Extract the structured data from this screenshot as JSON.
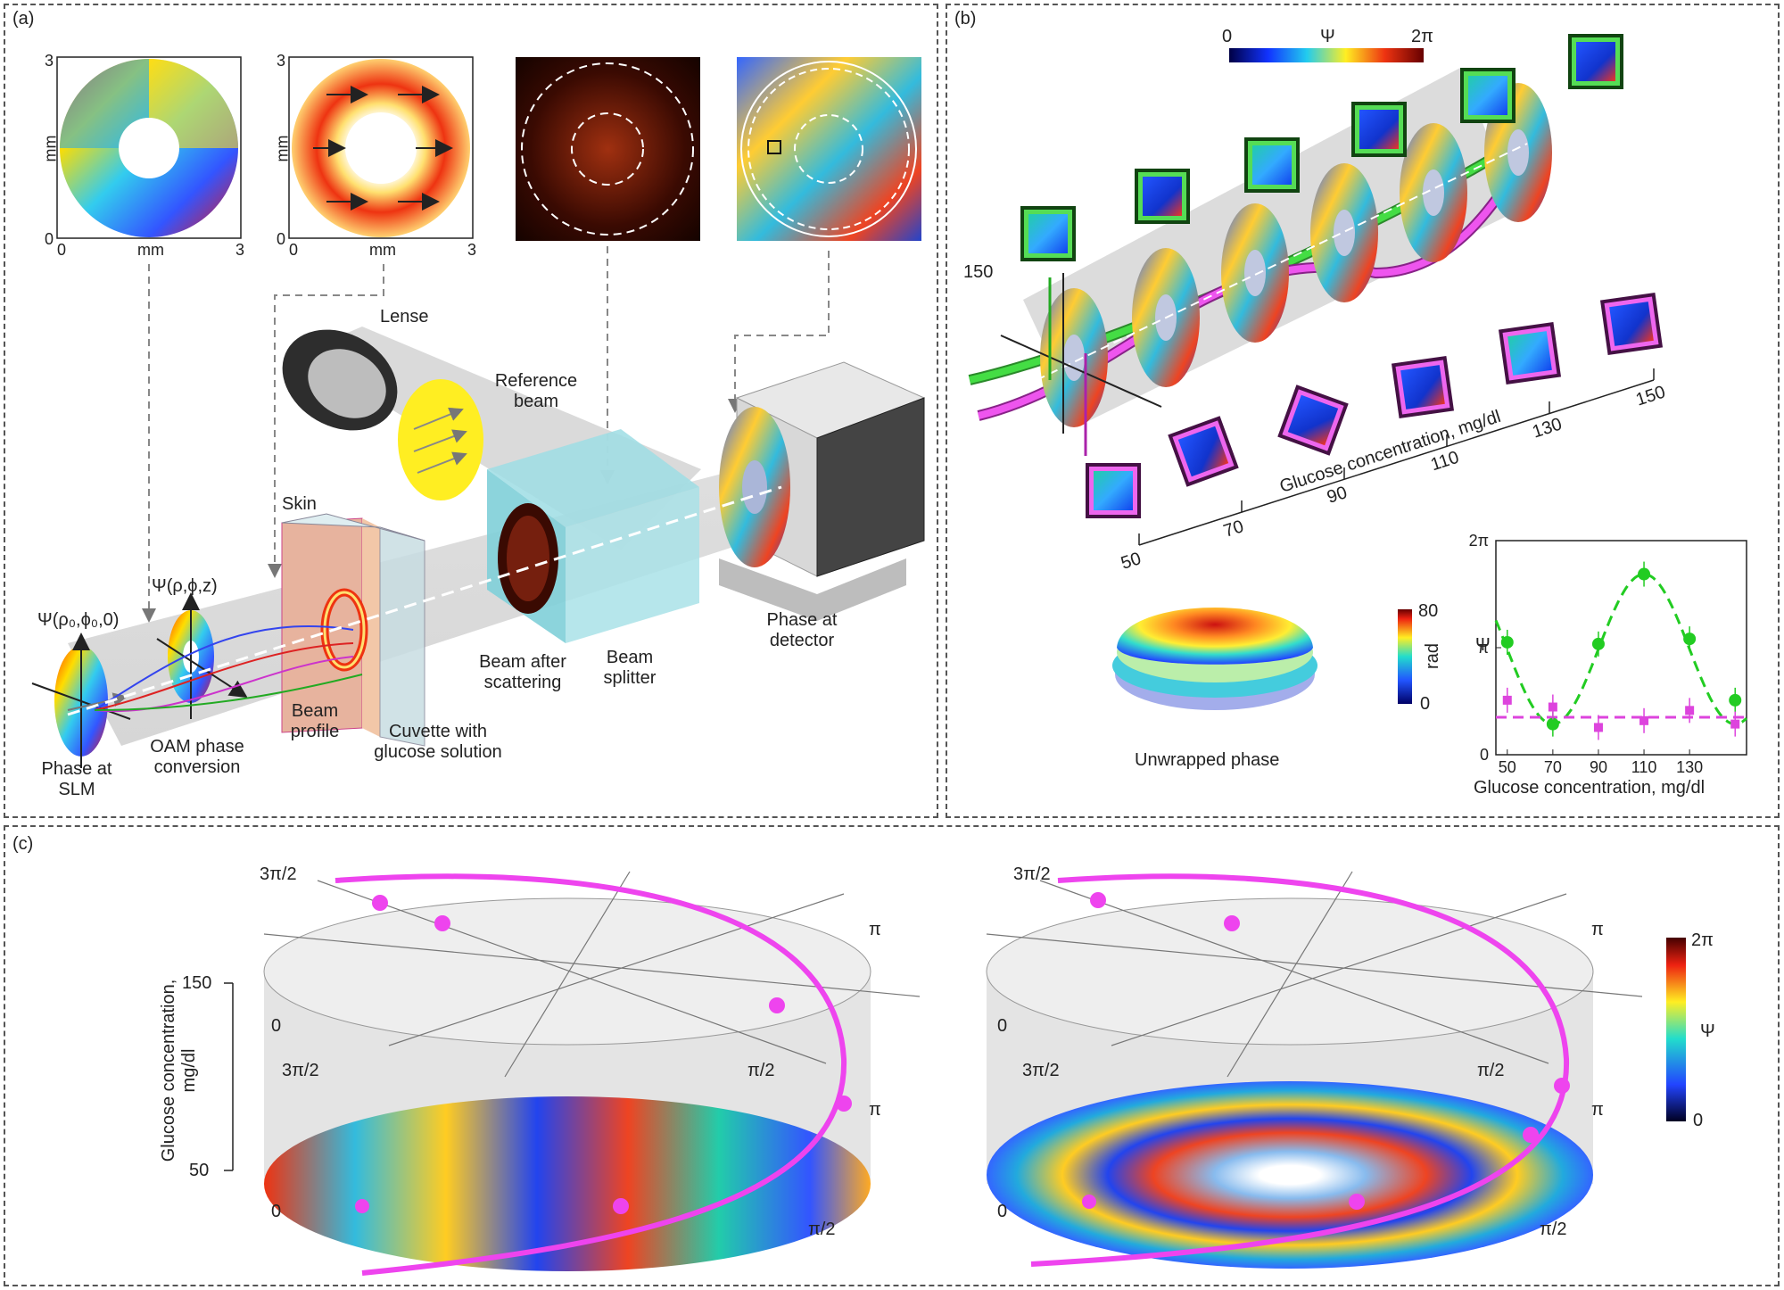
{
  "panels": {
    "a": {
      "label": "(a)",
      "mm_axis": {
        "zero": "0",
        "max": "3",
        "unit": "mm"
      },
      "labels": {
        "lense": "Lense",
        "reference_beam": "Reference beam",
        "skin": "Skin",
        "beam_profile": "Beam profile",
        "cuvette": "Cuvette with glucose solution",
        "beam_after_scattering": "Beam after scattering",
        "beam_splitter": "Beam splitter",
        "phase_at_detector": "Phase at detector",
        "phase_at_slm": "Phase at SLM",
        "oam_conversion": "OAM phase conversion",
        "psi_slm": "Ψ(ρ₀,ϕ₀,0)",
        "psi_z": "Ψ(ρ,ϕ,z)"
      }
    },
    "b": {
      "label": "(b)",
      "colorbar": {
        "min": "0",
        "symbol": "Ψ",
        "max": "2π"
      },
      "axis_label": "Glucose concentration, mg/dl",
      "ticks": [
        "50",
        "70",
        "90",
        "110",
        "130",
        "150"
      ],
      "left_label": "150",
      "unwrapped": {
        "label": "Unwrapped phase",
        "unit": "rad",
        "max": "80",
        "min": "0"
      }
    },
    "c": {
      "label": "(c)",
      "y_axis_label": "Glucose concentration, mg/dl",
      "y_ticks": [
        "150",
        "50"
      ],
      "angle_labels": {
        "a0": "0",
        "a90": "π/2",
        "a180": "π",
        "a270": "3π/2"
      },
      "colorbar": {
        "max": "2π",
        "symbol": "Ψ",
        "min": "0"
      }
    }
  },
  "chart_data": {
    "type": "scatter",
    "xlabel": "Glucose concentration, mg/dl",
    "ylabel": "Ψ",
    "x_ticks": [
      "50",
      "70",
      "90",
      "110",
      "130"
    ],
    "y_ticks": [
      "0",
      "π",
      "2π"
    ],
    "xlim": [
      45,
      155
    ],
    "ylim": [
      0,
      6.2832
    ],
    "series": [
      {
        "color": "#22cc22",
        "marker": "circle",
        "x": [
          50,
          70,
          90,
          110,
          130,
          150
        ],
        "y": [
          3.3,
          0.9,
          3.25,
          5.3,
          3.4,
          1.6
        ]
      },
      {
        "color": "#dd44dd",
        "marker": "square",
        "x": [
          50,
          70,
          90,
          110,
          130,
          150
        ],
        "y": [
          1.6,
          1.4,
          0.8,
          1.0,
          1.3,
          0.9
        ]
      }
    ],
    "fit_lines": [
      {
        "color": "#22cc22",
        "style": "dashed",
        "kind": "sinusoid",
        "mean": 3.1,
        "amplitude": 2.2,
        "period": 80,
        "peak_x": 110
      },
      {
        "color": "#dd44dd",
        "style": "dashed",
        "kind": "constant",
        "value": 1.1
      }
    ]
  },
  "colors": {
    "green_beam": "#33cc33",
    "magenta_beam": "#e040e0",
    "reference_yellow": "#ffee22",
    "splitter": "#7fd3dc"
  }
}
